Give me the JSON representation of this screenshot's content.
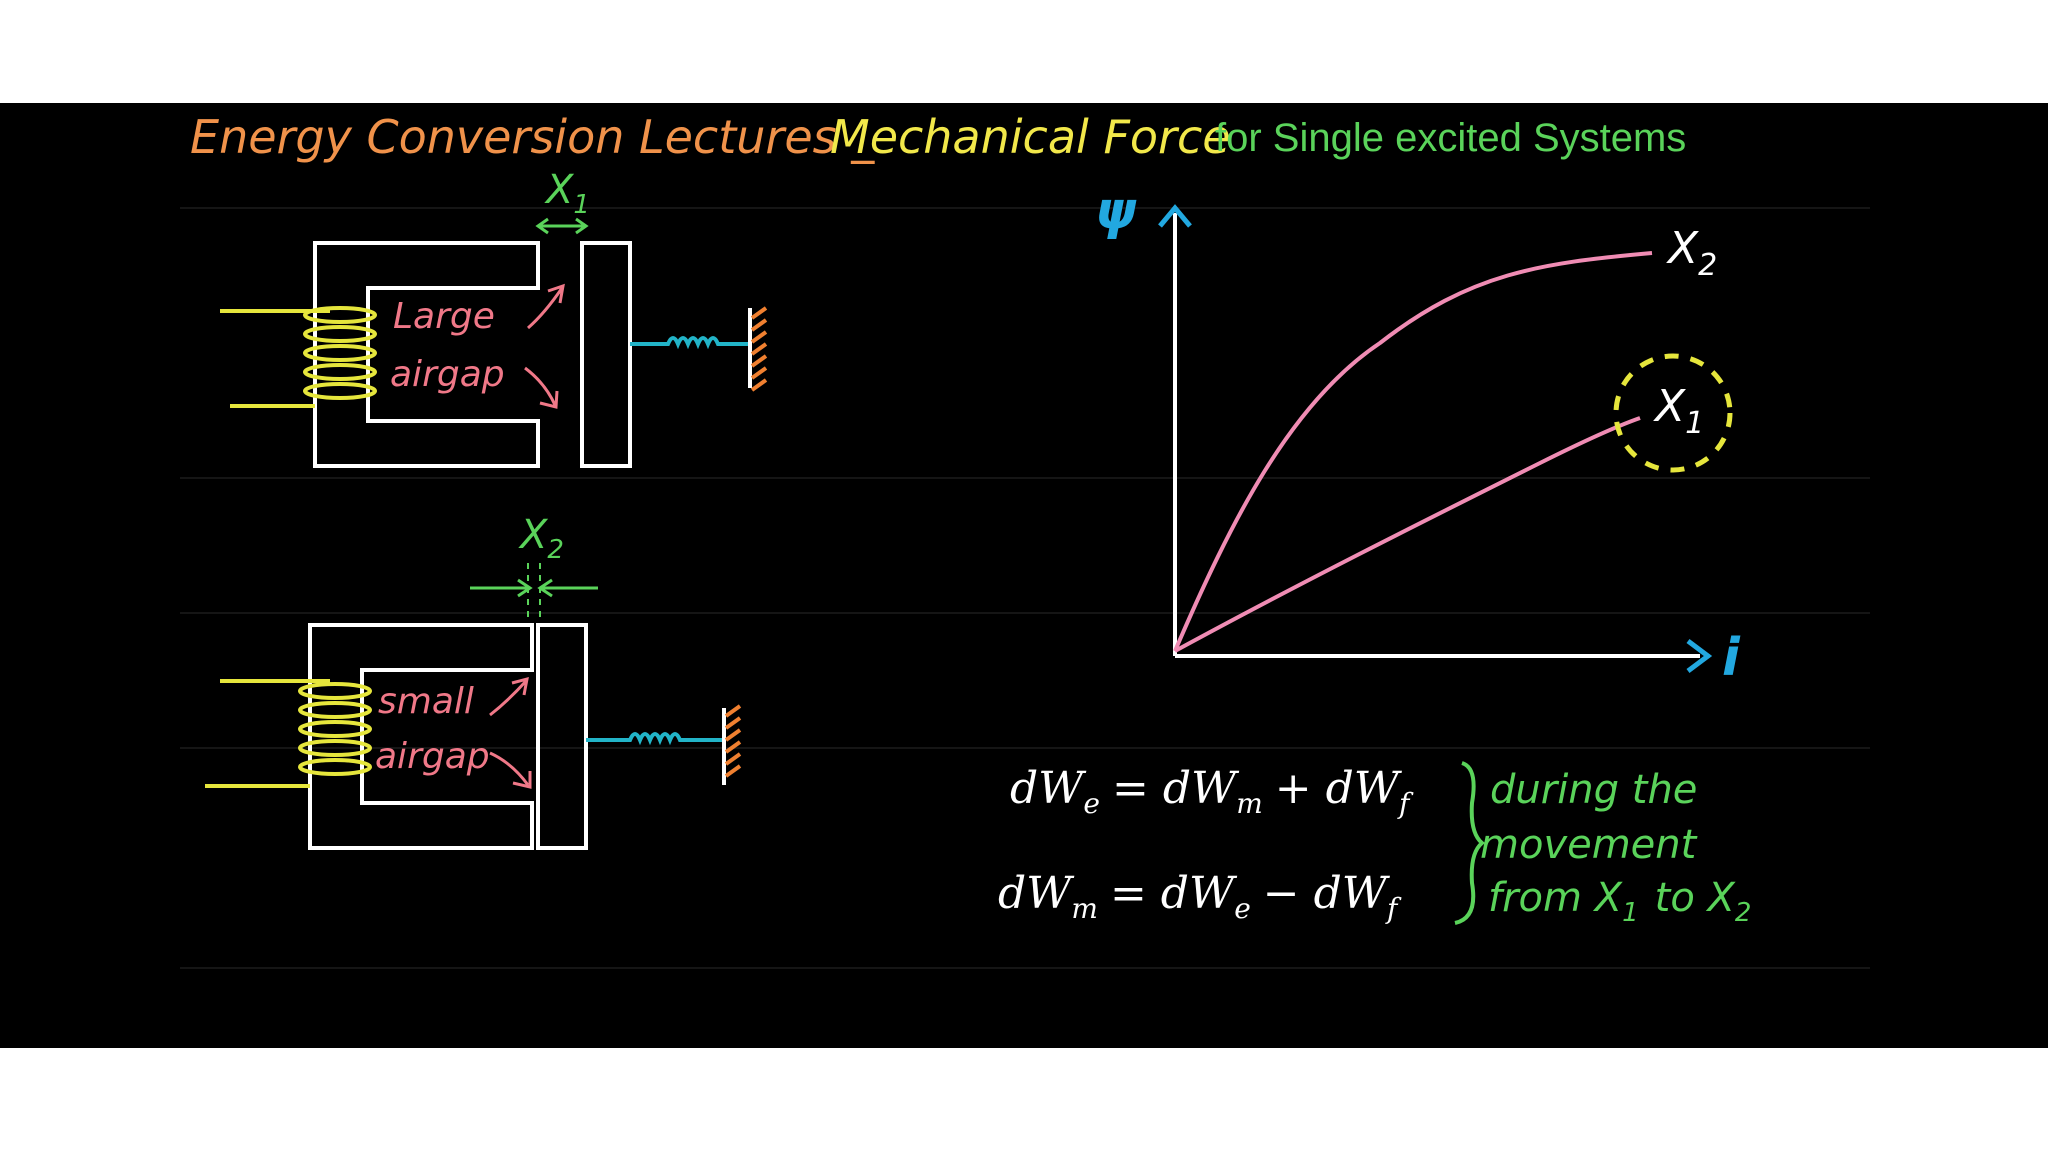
{
  "title": {
    "part1": "Energy Conversion Lectures _",
    "part2": "Mechanical Force",
    "part3": "for Single excited Systems"
  },
  "top_diagram": {
    "gap_label": "X",
    "gap_label_sub": "1",
    "text_line1": "Large",
    "text_line2": "airgap"
  },
  "bottom_diagram": {
    "gap_label": "X",
    "gap_label_sub": "2",
    "text_line1": "small",
    "text_line2": "airgap"
  },
  "graph": {
    "y_axis_label": "ψ",
    "x_axis_label": "i",
    "curve_upper_label": "X",
    "curve_upper_label_sub": "2",
    "curve_lower_label": "X",
    "curve_lower_label_sub": "1"
  },
  "equations": {
    "eq1_dW": "dW",
    "eq1_e": "e",
    "eq1_eq": "= dW",
    "eq1_m": "m",
    "eq1_plus": "+ dW",
    "eq1_f": "f",
    "eq2_dW": "dW",
    "eq2_m": "m",
    "eq2_eq": "= dW",
    "eq2_e": "e",
    "eq2_minus": "− dW",
    "eq2_f": "f"
  },
  "note": {
    "line1": "during the",
    "line2": "movement",
    "line3_a": "from X",
    "line3_sub1": "1",
    "line3_b": "to X",
    "line3_sub2": "2"
  },
  "colors": {
    "background": "#000000",
    "curve": "#f08cb4",
    "axis": "#ffffff",
    "axis_arrow": "#22a8e0",
    "coil": "#e6e63c",
    "spring": "#22b4c8",
    "wall": "#f08030",
    "highlight_circle": "#e6e63c"
  }
}
